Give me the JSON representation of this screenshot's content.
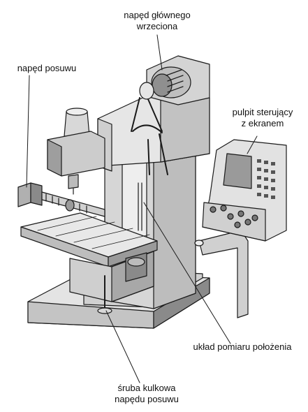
{
  "labels": {
    "main_spindle_drive": {
      "line1": "napęd głównego",
      "line2": "wrzeciona"
    },
    "feed_drive": "napęd posuwu",
    "control_panel": {
      "line1": "pulpit sterujący",
      "line2": "z ekranem"
    },
    "position_measuring": "układ pomiaru położenia",
    "ball_screw": {
      "line1": "śruba kulkowa",
      "line2": "napędu posuwu"
    }
  },
  "colors": {
    "line": "#1a1a1a",
    "light_gray": "#e4e4e4",
    "mid_gray": "#c4c4c4",
    "dark_gray": "#8a8a8a",
    "screen": "#9a9a9a"
  }
}
